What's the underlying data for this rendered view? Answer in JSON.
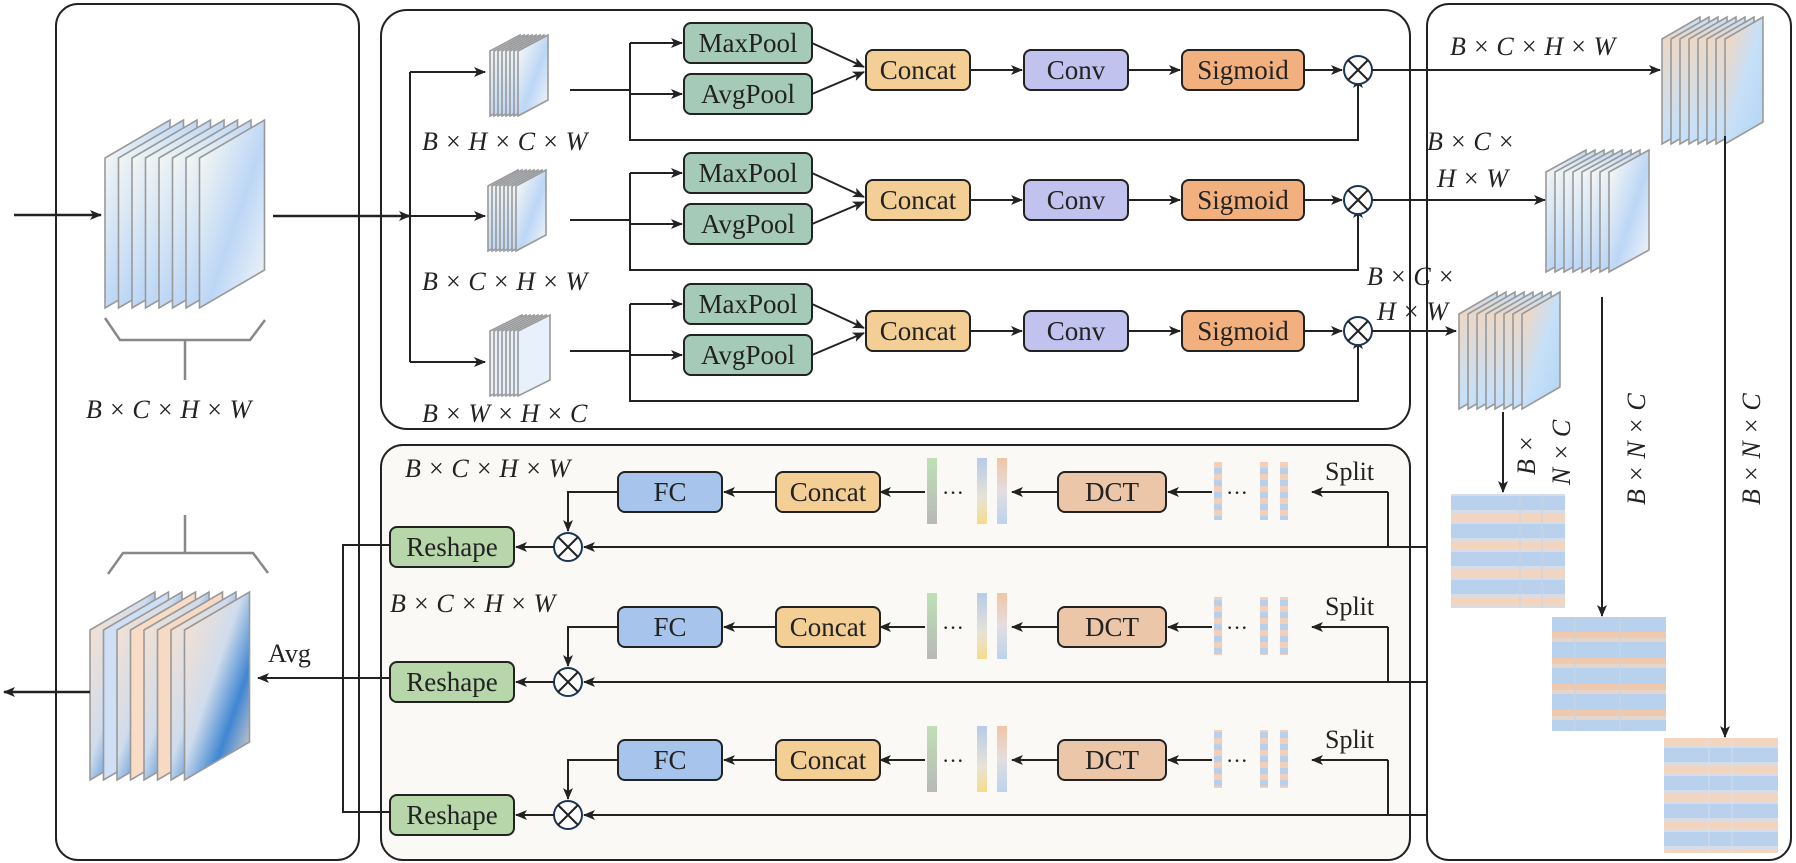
{
  "diagram": {
    "panels": {
      "left": {
        "input_dims": "B × C × H × W"
      },
      "top_branch": {
        "rows": [
          {
            "tensor_dims": "B × H × C × W",
            "maxpool": "MaxPool",
            "avgpool": "AvgPool",
            "concat": "Concat",
            "conv": "Conv",
            "sigmoid": "Sigmoid",
            "output_dims": "B × C × H × W"
          },
          {
            "tensor_dims": "B × C × H × W",
            "maxpool": "MaxPool",
            "avgpool": "AvgPool",
            "concat": "Concat",
            "conv": "Conv",
            "sigmoid": "Sigmoid",
            "output_dims_line1": "B × C ×",
            "output_dims_line2": "H × W"
          },
          {
            "tensor_dims": "B × W × H × C",
            "maxpool": "MaxPool",
            "avgpool": "AvgPool",
            "concat": "Concat",
            "conv": "Conv",
            "sigmoid": "Sigmoid",
            "output_dims_line1": "B × C ×",
            "output_dims_line2": "H × W"
          }
        ]
      },
      "bottom_branch": {
        "rows": [
          {
            "dims": "B × C × H × W",
            "fc": "FC",
            "concat": "Concat",
            "dct": "DCT",
            "split": "Split",
            "reshape": "Reshape",
            "dots": "···"
          },
          {
            "dims": "B × C × H × W",
            "fc": "FC",
            "concat": "Concat",
            "dct": "DCT",
            "split": "Split",
            "reshape": "Reshape",
            "dots": "···"
          },
          {
            "dims": "",
            "fc": "FC",
            "concat": "Concat",
            "dct": "DCT",
            "split": "Split",
            "reshape": "Reshape",
            "dots": "···"
          }
        ],
        "avg_label": "Avg"
      },
      "right": {
        "flatten_labels": [
          "B × N × C",
          "B × N × C",
          "B × N × C"
        ],
        "first_label_line1": "B ×",
        "first_label_line2": "N × C"
      }
    },
    "colors": {
      "pool": "#a5cbb8",
      "concat": "#f3cf95",
      "conv": "#c2c2ee",
      "sigmoid": "#f2b07f",
      "fc": "#a7c5ec",
      "dct": "#ecc6a8",
      "reshape": "#b7d7ab",
      "panel_bg_bottom": "#faf9f5",
      "stroke": "#222222"
    }
  }
}
